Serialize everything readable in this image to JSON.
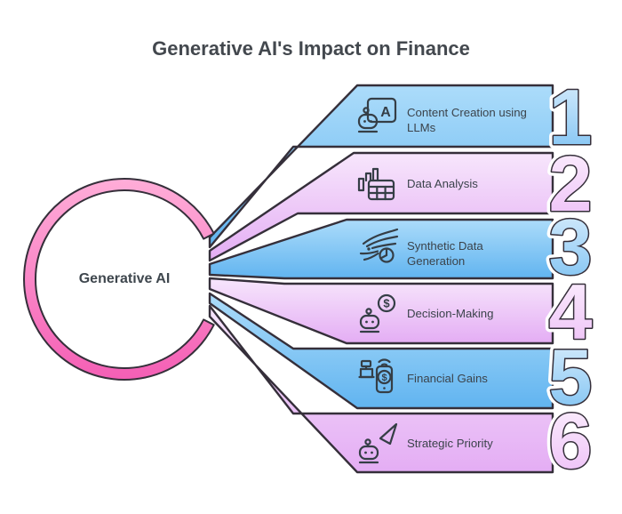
{
  "title": "Generative AI's Impact on Finance",
  "center": {
    "label": "Generative AI"
  },
  "glyphs": {
    "a": "A",
    "dollar": "$"
  },
  "colors": {
    "blue_row_top": "#acdcfa",
    "blue_row_bottom": "#61b4f0",
    "purple_row_top": "#f7e6fc",
    "purple_row_bottom": "#e4adf4",
    "ring_pink_top": "#ffadd8",
    "ring_pink_bottom": "#f45fb5",
    "outline": "#352f3a",
    "title_text": "#43484e",
    "label_text": "#3b434b"
  },
  "items": [
    {
      "num": "1",
      "label": "Content Creation using LLMs",
      "line1": "Content Creation using",
      "line2": "LLMs",
      "icon": "robot-chat-icon",
      "theme": "blue"
    },
    {
      "num": "2",
      "label": "Data Analysis",
      "line1": "Data Analysis",
      "line2": "",
      "icon": "bar-chart-table-icon",
      "theme": "purple"
    },
    {
      "num": "3",
      "label": "Synthetic Data Generation",
      "line1": "Synthetic Data",
      "line2": "Generation",
      "icon": "data-flow-pie-icon",
      "theme": "blue"
    },
    {
      "num": "4",
      "label": "Decision-Making",
      "line1": "Decision-Making",
      "line2": "",
      "icon": "robot-dollar-icon",
      "theme": "purple"
    },
    {
      "num": "5",
      "label": "Financial Gains",
      "line1": "Financial Gains",
      "line2": "",
      "icon": "register-phone-icon",
      "theme": "blue"
    },
    {
      "num": "6",
      "label": "Strategic Priority",
      "line1": "Strategic Priority",
      "line2": "",
      "icon": "robot-cursor-icon",
      "theme": "purple"
    }
  ]
}
